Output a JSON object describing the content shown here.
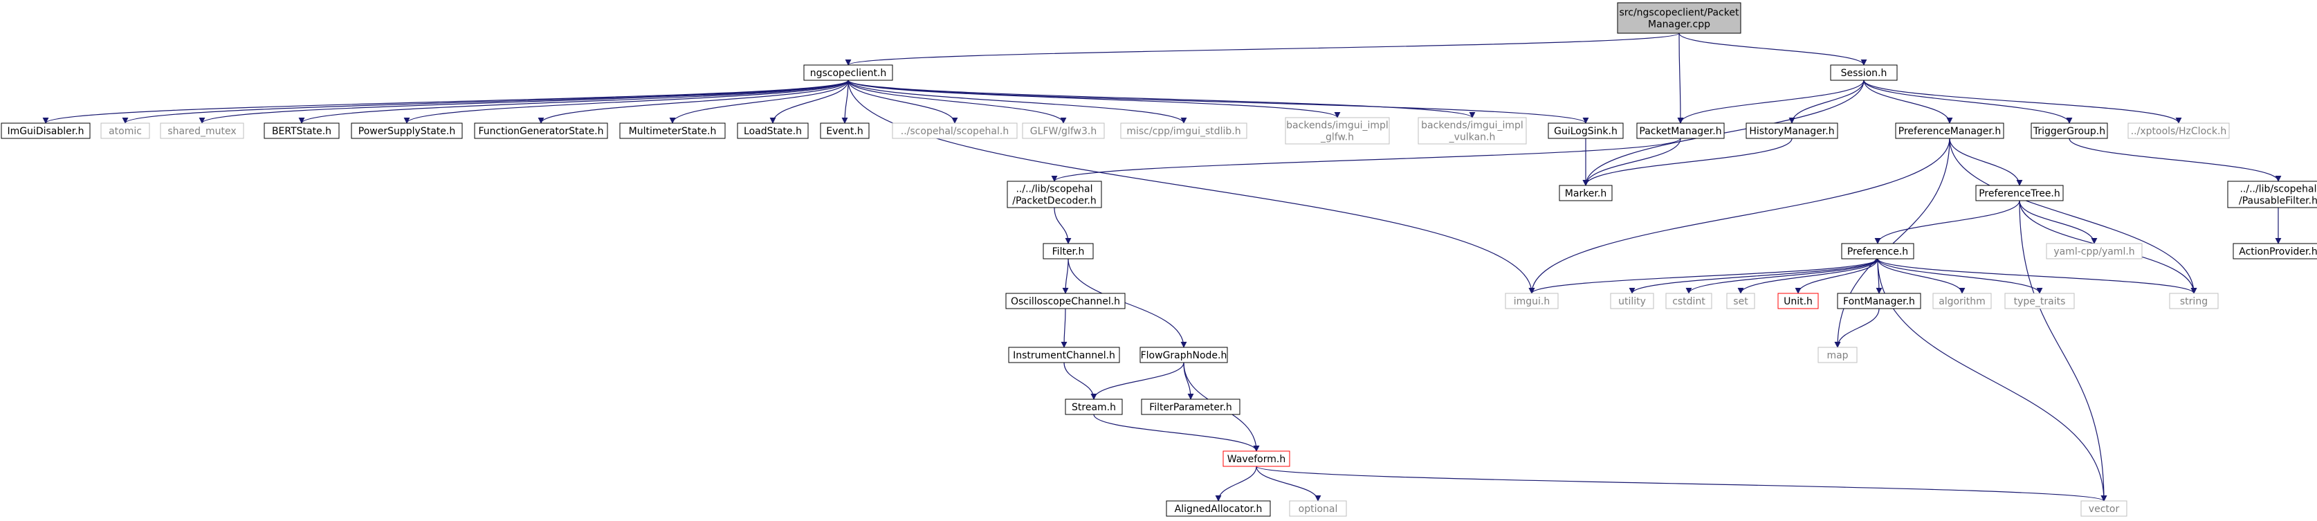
{
  "colors": {
    "edge": "#191970",
    "documented_border": "#000000",
    "external_border": "#bfbfbf",
    "external_text": "#808080",
    "truncated_border": "#ff0000",
    "root_fill": "#bfbfbf"
  },
  "nodes": [
    {
      "id": "packetmanager-cpp",
      "lines": [
        "src/ngscopeclient/Packet",
        "Manager.cpp"
      ],
      "kind": "root"
    },
    {
      "id": "ngscopeclient-h",
      "lines": [
        "ngscopeclient.h"
      ],
      "kind": "doc"
    },
    {
      "id": "session-h",
      "lines": [
        "Session.h"
      ],
      "kind": "doc"
    },
    {
      "id": "imguidisabler-h",
      "lines": [
        "ImGuiDisabler.h"
      ],
      "kind": "doc"
    },
    {
      "id": "atomic",
      "lines": [
        "atomic"
      ],
      "kind": "ext"
    },
    {
      "id": "shared-mutex",
      "lines": [
        "shared_mutex"
      ],
      "kind": "ext"
    },
    {
      "id": "bertstate-h",
      "lines": [
        "BERTState.h"
      ],
      "kind": "doc"
    },
    {
      "id": "powersupplystate-h",
      "lines": [
        "PowerSupplyState.h"
      ],
      "kind": "doc"
    },
    {
      "id": "functiongeneratorstate-h",
      "lines": [
        "FunctionGeneratorState.h"
      ],
      "kind": "doc"
    },
    {
      "id": "multimeterstate-h",
      "lines": [
        "MultimeterState.h"
      ],
      "kind": "doc"
    },
    {
      "id": "loadstate-h",
      "lines": [
        "LoadState.h"
      ],
      "kind": "doc"
    },
    {
      "id": "event-h",
      "lines": [
        "Event.h"
      ],
      "kind": "doc"
    },
    {
      "id": "scopehal-h",
      "lines": [
        "../scopehal/scopehal.h"
      ],
      "kind": "ext"
    },
    {
      "id": "glfw3-h",
      "lines": [
        "GLFW/glfw3.h"
      ],
      "kind": "ext"
    },
    {
      "id": "imgui-stdlib-h",
      "lines": [
        "misc/cpp/imgui_stdlib.h"
      ],
      "kind": "ext"
    },
    {
      "id": "imgui-impl-glfw-h",
      "lines": [
        "backends/imgui_impl",
        "_glfw.h"
      ],
      "kind": "ext"
    },
    {
      "id": "imgui-impl-vulkan-h",
      "lines": [
        "backends/imgui_impl",
        "_vulkan.h"
      ],
      "kind": "ext"
    },
    {
      "id": "guilogsink-h",
      "lines": [
        "GuiLogSink.h"
      ],
      "kind": "doc"
    },
    {
      "id": "packetmanager-h",
      "lines": [
        "PacketManager.h"
      ],
      "kind": "doc"
    },
    {
      "id": "historymanager-h",
      "lines": [
        "HistoryManager.h"
      ],
      "kind": "doc"
    },
    {
      "id": "preferencemanager-h",
      "lines": [
        "PreferenceManager.h"
      ],
      "kind": "doc"
    },
    {
      "id": "triggergroup-h",
      "lines": [
        "TriggerGroup.h"
      ],
      "kind": "doc"
    },
    {
      "id": "hzclock-h",
      "lines": [
        "../xptools/HzClock.h"
      ],
      "kind": "ext"
    },
    {
      "id": "packetdecoder-h",
      "lines": [
        "../../lib/scopehal",
        "/PacketDecoder.h"
      ],
      "kind": "doc"
    },
    {
      "id": "marker-h",
      "lines": [
        "Marker.h"
      ],
      "kind": "doc"
    },
    {
      "id": "preferencetree-h",
      "lines": [
        "PreferenceTree.h"
      ],
      "kind": "doc"
    },
    {
      "id": "pausablefilter-h",
      "lines": [
        "../../lib/scopehal",
        "/PausableFilter.h"
      ],
      "kind": "doc"
    },
    {
      "id": "filter-h",
      "lines": [
        "Filter.h"
      ],
      "kind": "doc"
    },
    {
      "id": "preference-h",
      "lines": [
        "Preference.h"
      ],
      "kind": "doc"
    },
    {
      "id": "yaml-h",
      "lines": [
        "yaml-cpp/yaml.h"
      ],
      "kind": "ext"
    },
    {
      "id": "actionprovider-h",
      "lines": [
        "ActionProvider.h"
      ],
      "kind": "doc"
    },
    {
      "id": "oscilloscopechannel-h",
      "lines": [
        "OscilloscopeChannel.h"
      ],
      "kind": "doc"
    },
    {
      "id": "imgui-h",
      "lines": [
        "imgui.h"
      ],
      "kind": "ext"
    },
    {
      "id": "utility",
      "lines": [
        "utility"
      ],
      "kind": "ext"
    },
    {
      "id": "cstdint",
      "lines": [
        "cstdint"
      ],
      "kind": "ext"
    },
    {
      "id": "set",
      "lines": [
        "set"
      ],
      "kind": "ext"
    },
    {
      "id": "unit-h",
      "lines": [
        "Unit.h"
      ],
      "kind": "trunc"
    },
    {
      "id": "fontmanager-h",
      "lines": [
        "FontManager.h"
      ],
      "kind": "doc"
    },
    {
      "id": "algorithm",
      "lines": [
        "algorithm"
      ],
      "kind": "ext"
    },
    {
      "id": "type-traits",
      "lines": [
        "type_traits"
      ],
      "kind": "ext"
    },
    {
      "id": "string",
      "lines": [
        "string"
      ],
      "kind": "ext"
    },
    {
      "id": "instrumentchannel-h",
      "lines": [
        "InstrumentChannel.h"
      ],
      "kind": "doc"
    },
    {
      "id": "flowgraphnode-h",
      "lines": [
        "FlowGraphNode.h"
      ],
      "kind": "doc"
    },
    {
      "id": "map",
      "lines": [
        "map"
      ],
      "kind": "ext"
    },
    {
      "id": "stream-h",
      "lines": [
        "Stream.h"
      ],
      "kind": "doc"
    },
    {
      "id": "filterparameter-h",
      "lines": [
        "FilterParameter.h"
      ],
      "kind": "doc"
    },
    {
      "id": "waveform-h",
      "lines": [
        "Waveform.h"
      ],
      "kind": "trunc"
    },
    {
      "id": "alignedallocator-h",
      "lines": [
        "AlignedAllocator.h"
      ],
      "kind": "doc"
    },
    {
      "id": "optional",
      "lines": [
        "optional"
      ],
      "kind": "ext"
    },
    {
      "id": "vector",
      "lines": [
        "vector"
      ],
      "kind": "ext"
    }
  ],
  "edges": [
    [
      "packetmanager-cpp",
      "ngscopeclient-h"
    ],
    [
      "packetmanager-cpp",
      "packetmanager-h"
    ],
    [
      "packetmanager-cpp",
      "session-h"
    ],
    [
      "ngscopeclient-h",
      "imguidisabler-h"
    ],
    [
      "ngscopeclient-h",
      "atomic"
    ],
    [
      "ngscopeclient-h",
      "shared-mutex"
    ],
    [
      "ngscopeclient-h",
      "bertstate-h"
    ],
    [
      "ngscopeclient-h",
      "powersupplystate-h"
    ],
    [
      "ngscopeclient-h",
      "functiongeneratorstate-h"
    ],
    [
      "ngscopeclient-h",
      "multimeterstate-h"
    ],
    [
      "ngscopeclient-h",
      "loadstate-h"
    ],
    [
      "ngscopeclient-h",
      "event-h"
    ],
    [
      "ngscopeclient-h",
      "scopehal-h"
    ],
    [
      "ngscopeclient-h",
      "glfw3-h"
    ],
    [
      "ngscopeclient-h",
      "imgui-stdlib-h"
    ],
    [
      "ngscopeclient-h",
      "imgui-impl-glfw-h"
    ],
    [
      "ngscopeclient-h",
      "imgui-impl-vulkan-h"
    ],
    [
      "ngscopeclient-h",
      "guilogsink-h"
    ],
    [
      "ngscopeclient-h",
      "imgui-h"
    ],
    [
      "session-h",
      "packetmanager-h"
    ],
    [
      "session-h",
      "historymanager-h"
    ],
    [
      "session-h",
      "preferencemanager-h"
    ],
    [
      "session-h",
      "triggergroup-h"
    ],
    [
      "session-h",
      "hzclock-h"
    ],
    [
      "session-h",
      "marker-h"
    ],
    [
      "guilogsink-h",
      "marker-h"
    ],
    [
      "packetmanager-h",
      "packetdecoder-h"
    ],
    [
      "packetmanager-h",
      "marker-h"
    ],
    [
      "historymanager-h",
      "marker-h"
    ],
    [
      "preferencemanager-h",
      "preferencetree-h"
    ],
    [
      "preferencemanager-h",
      "imgui-h"
    ],
    [
      "preferencemanager-h",
      "map"
    ],
    [
      "preferencemanager-h",
      "string"
    ],
    [
      "triggergroup-h",
      "pausablefilter-h"
    ],
    [
      "packetdecoder-h",
      "filter-h"
    ],
    [
      "pausablefilter-h",
      "actionprovider-h"
    ],
    [
      "preferencetree-h",
      "preference-h"
    ],
    [
      "preferencetree-h",
      "yaml-h"
    ],
    [
      "preferencetree-h",
      "string"
    ],
    [
      "preferencetree-h",
      "vector"
    ],
    [
      "filter-h",
      "oscilloscopechannel-h"
    ],
    [
      "filter-h",
      "flowgraphnode-h"
    ],
    [
      "preference-h",
      "imgui-h"
    ],
    [
      "preference-h",
      "utility"
    ],
    [
      "preference-h",
      "cstdint"
    ],
    [
      "preference-h",
      "set"
    ],
    [
      "preference-h",
      "unit-h"
    ],
    [
      "preference-h",
      "fontmanager-h"
    ],
    [
      "preference-h",
      "algorithm"
    ],
    [
      "preference-h",
      "type-traits"
    ],
    [
      "preference-h",
      "string"
    ],
    [
      "preference-h",
      "vector"
    ],
    [
      "fontmanager-h",
      "map"
    ],
    [
      "oscilloscopechannel-h",
      "instrumentchannel-h"
    ],
    [
      "instrumentchannel-h",
      "stream-h"
    ],
    [
      "flowgraphnode-h",
      "stream-h"
    ],
    [
      "flowgraphnode-h",
      "filterparameter-h"
    ],
    [
      "flowgraphnode-h",
      "waveform-h"
    ],
    [
      "stream-h",
      "waveform-h"
    ],
    [
      "waveform-h",
      "alignedallocator-h"
    ],
    [
      "waveform-h",
      "optional"
    ],
    [
      "waveform-h",
      "vector"
    ]
  ]
}
